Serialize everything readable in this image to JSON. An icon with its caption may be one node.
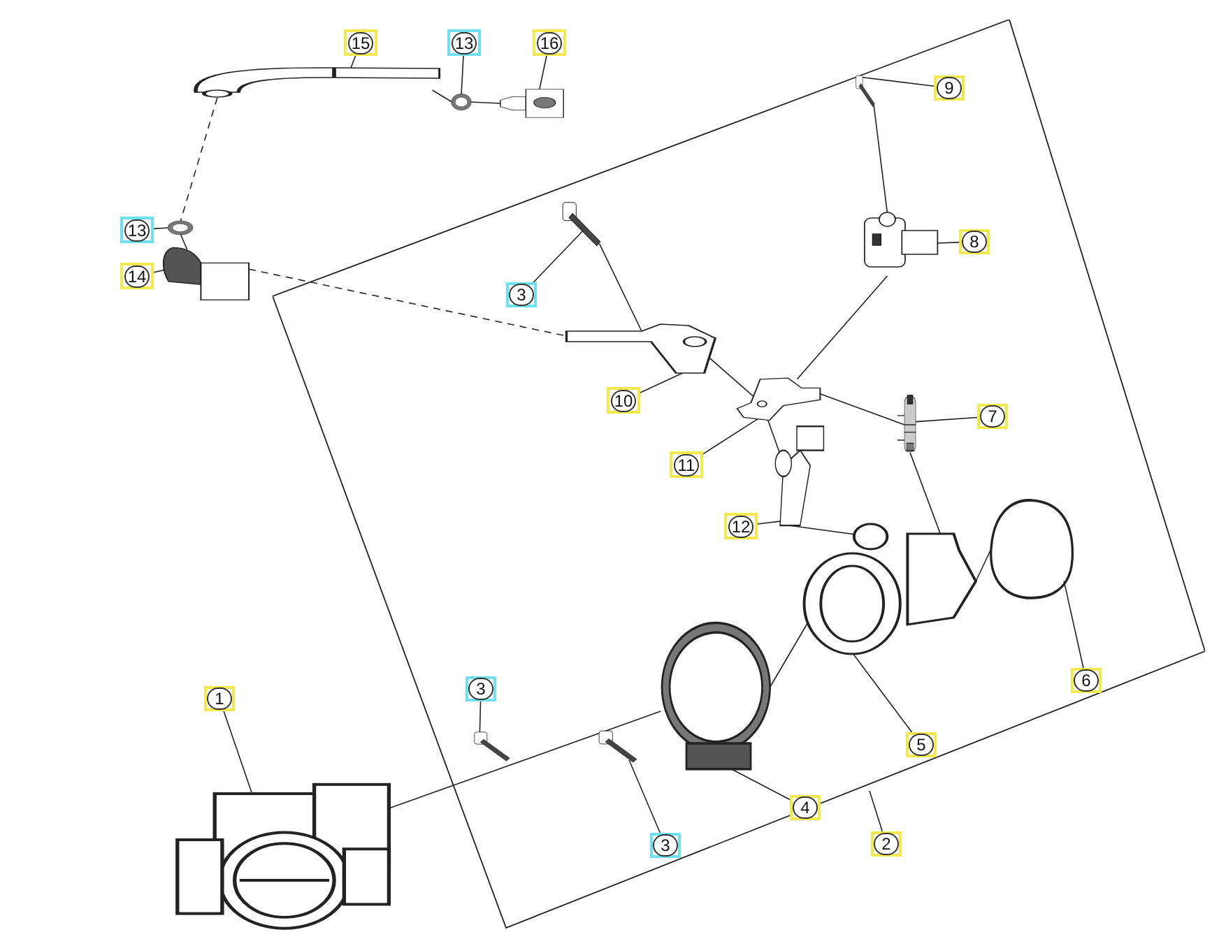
{
  "diagram": {
    "nodes": [
      {
        "text": [
          "15"
        ]
      },
      {
        "text": [
          "13"
        ]
      },
      {
        "text": [
          "16"
        ]
      },
      {
        "text": [],
        "shape": "picture"
      },
      {
        "text": [],
        "shape": "picture"
      },
      {
        "text": [],
        "shape": "picture"
      },
      {
        "text": [
          "9"
        ],
        "in": 36
      },
      {
        "text": [],
        "shape": "picture",
        "in": 36
      },
      {
        "text": [
          "13"
        ]
      },
      {
        "text": [],
        "shape": "picture"
      },
      {
        "text": [
          "14"
        ]
      },
      {
        "text": [],
        "shape": "picture"
      },
      {
        "text": [
          "3"
        ],
        "in": 36
      },
      {
        "text": [],
        "shape": "picture",
        "in": 36
      },
      {
        "text": [
          "8"
        ],
        "in": 36
      },
      {
        "text": [],
        "shape": "picture",
        "in": 36
      },
      {
        "text": [
          "10"
        ],
        "in": 36
      },
      {
        "text": [],
        "shape": "picture",
        "in": 36
      },
      {
        "text": [
          "7"
        ],
        "in": 36
      },
      {
        "text": [],
        "shape": "picture",
        "in": 36
      },
      {
        "text": [],
        "shape": "picture",
        "in": 36
      },
      {
        "text": [
          "11"
        ],
        "in": 36
      },
      {
        "text": [],
        "shape": "picture",
        "in": 36
      },
      {
        "text": [
          "12"
        ],
        "in": 36
      },
      {
        "text": [],
        "shape": "picture",
        "in": 36
      },
      {
        "text": [],
        "shape": "picture",
        "in": 36
      },
      {
        "text": [
          "6"
        ],
        "in": 36
      },
      {
        "text": [
          "1"
        ]
      },
      {
        "text": [],
        "shape": "picture"
      },
      {
        "text": [
          "3"
        ],
        "in": 36
      },
      {
        "text": [],
        "shape": "picture",
        "in": 36
      },
      {
        "text": [],
        "shape": "picture",
        "in": 36
      },
      {
        "text": [],
        "shape": "picture",
        "in": 36
      },
      {
        "text": [
          "5"
        ],
        "in": 36
      },
      {
        "text": [
          "3"
        ],
        "in": 36
      },
      {
        "text": [
          "4"
        ],
        "in": 36
      },
      {
        "text": [],
        "shape": "box"
      },
      {
        "text": [
          "2"
        ]
      }
    ],
    "edges": [
      {
        "from": 0,
        "to": 3,
        "arrow": "none"
      },
      {
        "from": 1,
        "to": 4,
        "arrow": "none"
      },
      {
        "from": 2,
        "to": 5,
        "arrow": "none"
      },
      {
        "from": 6,
        "to": 7,
        "arrow": "none"
      },
      {
        "from": 8,
        "to": 9,
        "arrow": "none"
      },
      {
        "from": 10,
        "to": 11,
        "arrow": "none"
      },
      {
        "from": 12,
        "to": 13,
        "arrow": "none"
      },
      {
        "from": 14,
        "to": 15,
        "arrow": "none"
      },
      {
        "from": 16,
        "to": 17,
        "arrow": "none"
      },
      {
        "from": 18,
        "to": 20,
        "arrow": "none"
      },
      {
        "from": 21,
        "to": 19,
        "arrow": "none"
      },
      {
        "from": 23,
        "to": 22,
        "arrow": "none"
      },
      {
        "from": 26,
        "to": 24,
        "arrow": "none"
      },
      {
        "from": 27,
        "to": 28,
        "arrow": "none"
      },
      {
        "from": 29,
        "to": 30,
        "arrow": "none"
      },
      {
        "from": 33,
        "to": 25,
        "arrow": "none"
      },
      {
        "from": 34,
        "to": 32,
        "arrow": "none"
      },
      {
        "from": 35,
        "to": 31,
        "arrow": "none"
      },
      {
        "from": 37,
        "to": 36,
        "arrow": "none"
      },
      {
        "from": 3,
        "to": 9,
        "arrow": "none",
        "style": "dashed"
      },
      {
        "from": 9,
        "to": 11,
        "arrow": "none"
      },
      {
        "from": 11,
        "to": 17,
        "arrow": "none",
        "style": "dashed"
      },
      {
        "from": 3,
        "to": 4,
        "arrow": "none"
      },
      {
        "from": 4,
        "to": 5,
        "arrow": "none"
      },
      {
        "from": 7,
        "to": 15,
        "arrow": "none"
      },
      {
        "from": 15,
        "to": 19,
        "arrow": "none"
      },
      {
        "from": 19,
        "to": 20,
        "arrow": "none"
      },
      {
        "from": 20,
        "to": 25,
        "arrow": "none"
      },
      {
        "from": 13,
        "to": 17,
        "arrow": "none"
      },
      {
        "from": 17,
        "to": 19,
        "arrow": "none"
      },
      {
        "from": 19,
        "to": 22,
        "arrow": "none"
      },
      {
        "from": 22,
        "to": 25,
        "arrow": "none"
      },
      {
        "from": 28,
        "to": 31,
        "arrow": "none"
      },
      {
        "from": 31,
        "to": 25,
        "arrow": "none"
      },
      {
        "from": 25,
        "to": 24,
        "arrow": "none"
      }
    ]
  }
}
